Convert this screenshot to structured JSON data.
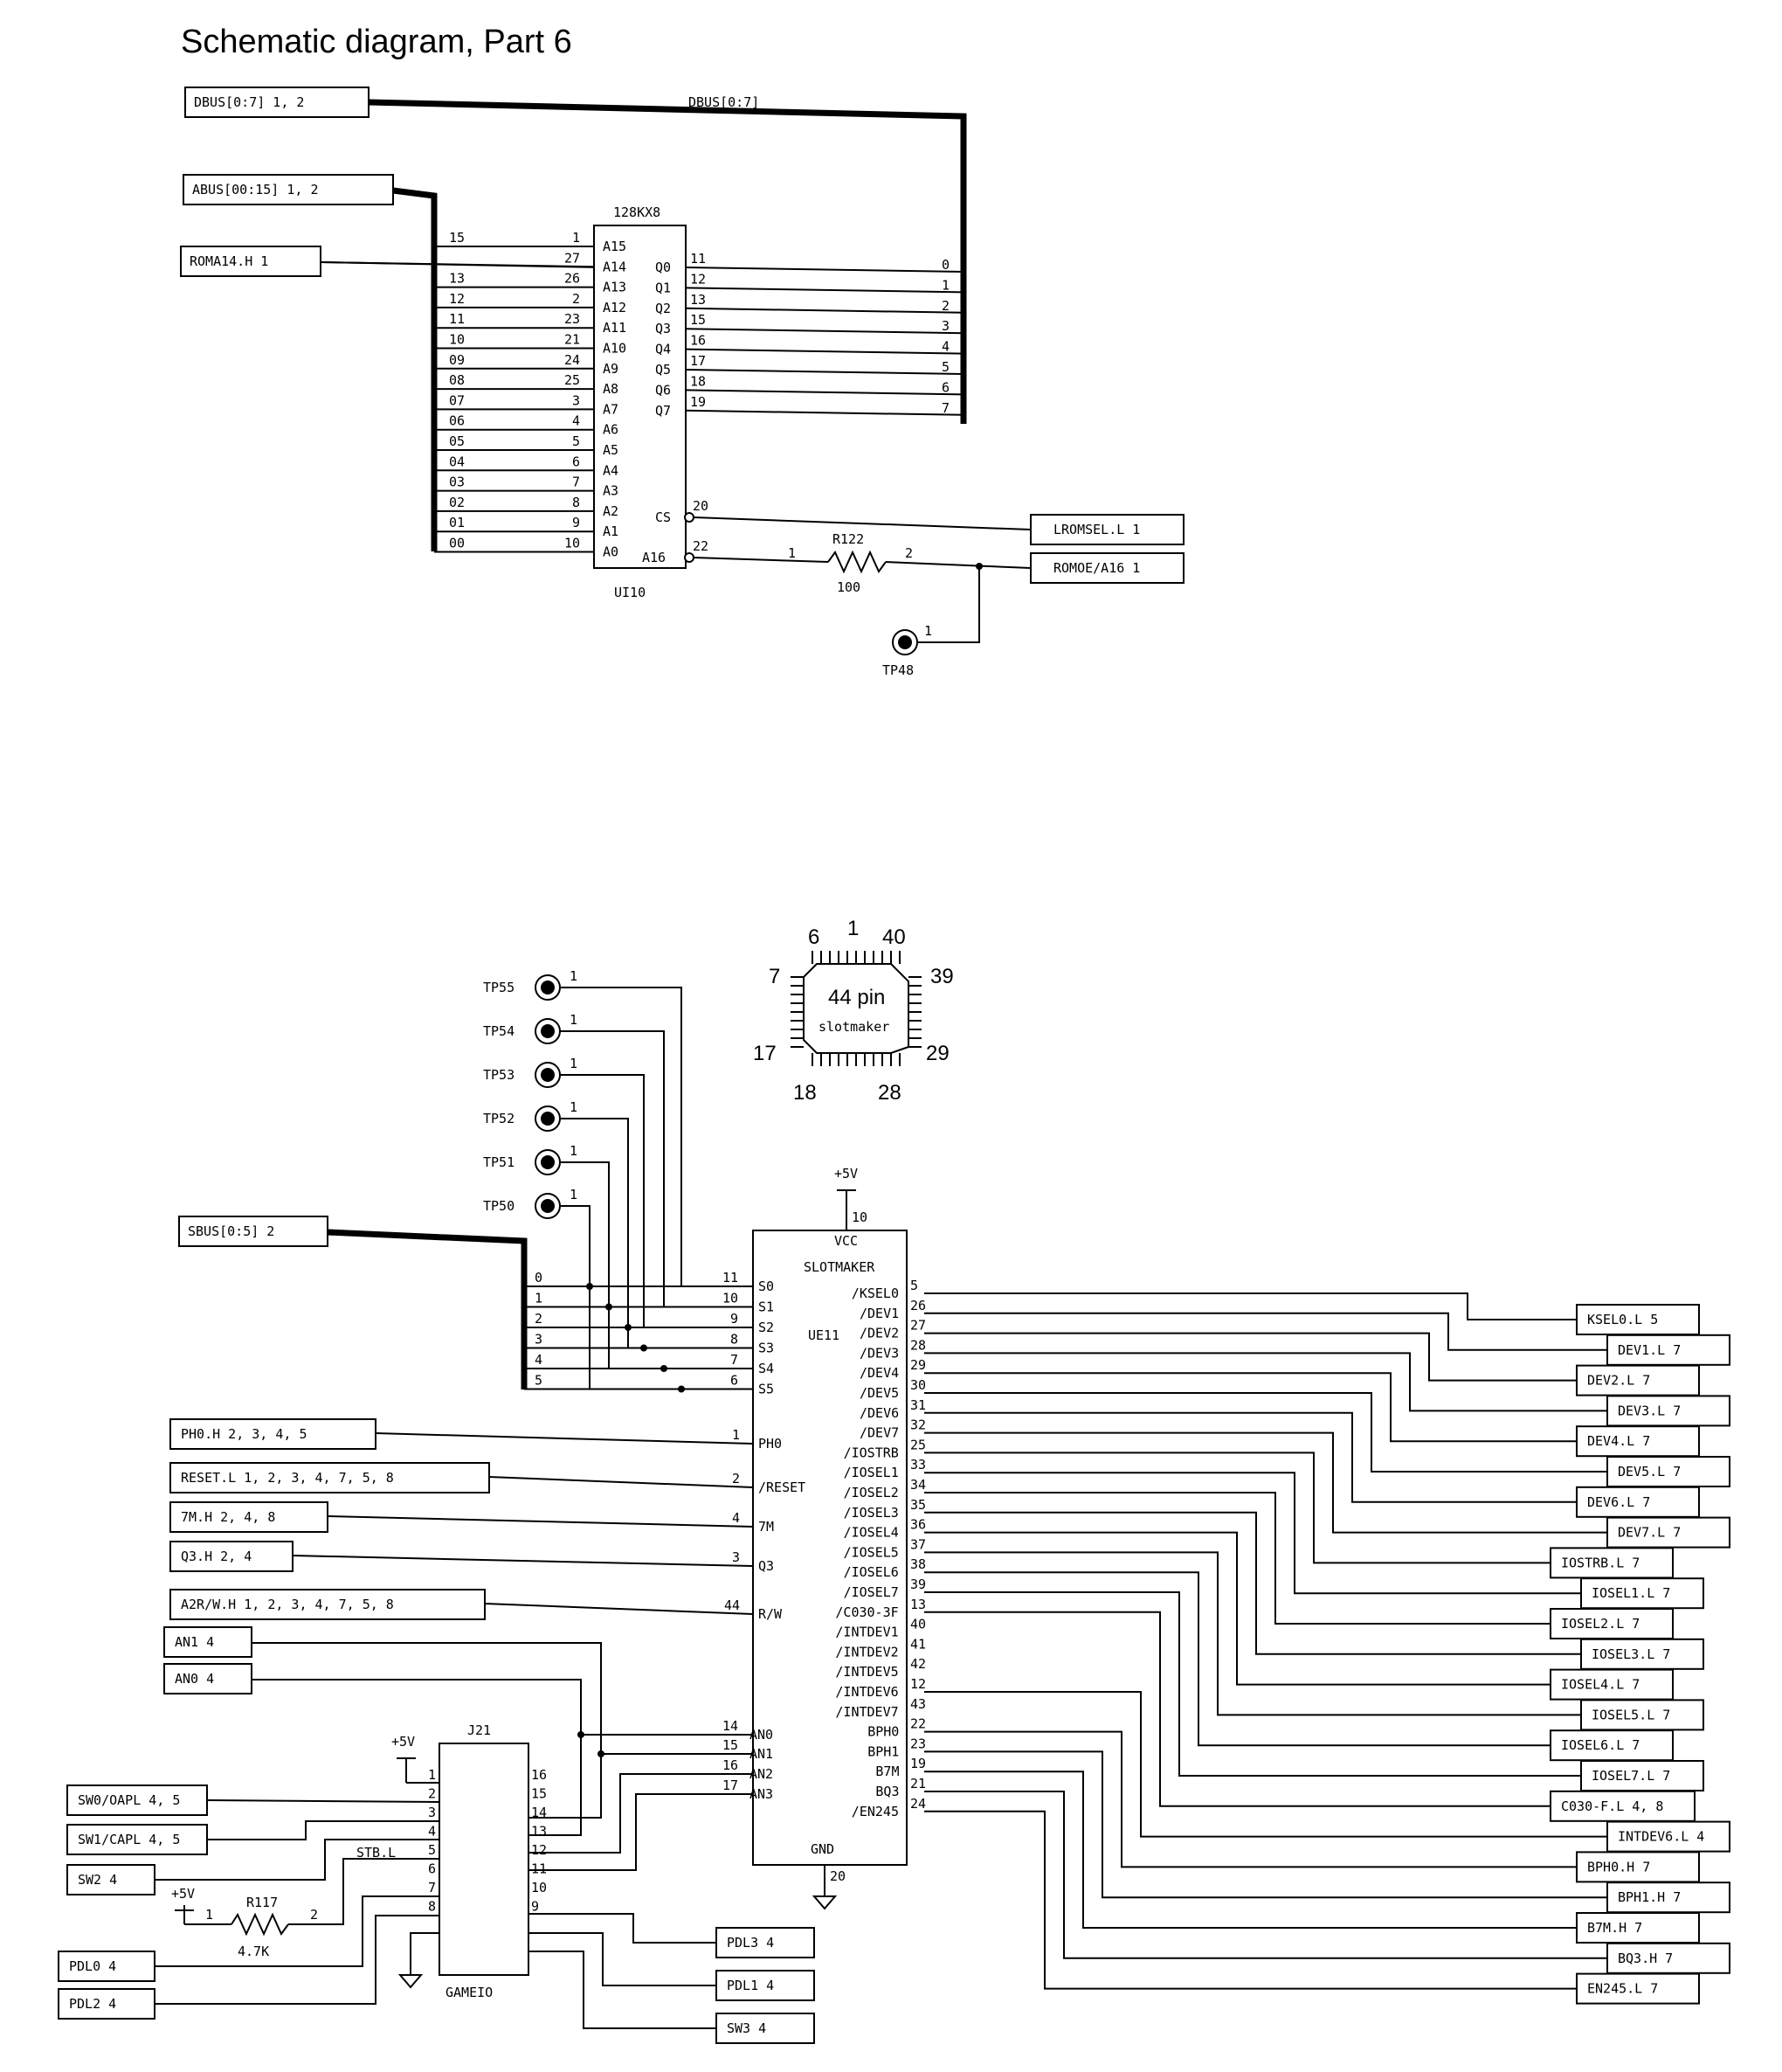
{
  "title": "Schematic diagram, Part 6",
  "rom": {
    "part": "128KX8",
    "ref": "UI10",
    "dbus_label": "DBUS[0:7]",
    "dbus_conn": "DBUS[0:7] 1, 2",
    "abus_conn": "ABUS[00:15] 1, 2",
    "roma14_conn": "ROMA14.H 1",
    "addr_pins": [
      {
        "name": "A15",
        "pin": "1",
        "bus": "15"
      },
      {
        "name": "A14",
        "pin": "27",
        "bus": ""
      },
      {
        "name": "A13",
        "pin": "26",
        "bus": "13"
      },
      {
        "name": "A12",
        "pin": "2",
        "bus": "12"
      },
      {
        "name": "A11",
        "pin": "23",
        "bus": "11"
      },
      {
        "name": "A10",
        "pin": "21",
        "bus": "10"
      },
      {
        "name": "A9",
        "pin": "24",
        "bus": "09"
      },
      {
        "name": "A8",
        "pin": "25",
        "bus": "08"
      },
      {
        "name": "A7",
        "pin": "3",
        "bus": "07"
      },
      {
        "name": "A6",
        "pin": "4",
        "bus": "06"
      },
      {
        "name": "A5",
        "pin": "5",
        "bus": "05"
      },
      {
        "name": "A4",
        "pin": "6",
        "bus": "04"
      },
      {
        "name": "A3",
        "pin": "7",
        "bus": "03"
      },
      {
        "name": "A2",
        "pin": "8",
        "bus": "02"
      },
      {
        "name": "A1",
        "pin": "9",
        "bus": "01"
      },
      {
        "name": "A0",
        "pin": "10",
        "bus": "00"
      }
    ],
    "data_pins": [
      {
        "name": "Q0",
        "pin": "11",
        "bus": "0"
      },
      {
        "name": "Q1",
        "pin": "12",
        "bus": "1"
      },
      {
        "name": "Q2",
        "pin": "13",
        "bus": "2"
      },
      {
        "name": "Q3",
        "pin": "15",
        "bus": "3"
      },
      {
        "name": "Q4",
        "pin": "16",
        "bus": "4"
      },
      {
        "name": "Q5",
        "pin": "17",
        "bus": "5"
      },
      {
        "name": "Q6",
        "pin": "18",
        "bus": "6"
      },
      {
        "name": "Q7",
        "pin": "19",
        "bus": "7"
      }
    ],
    "cs": {
      "name": "CS",
      "pin": "20",
      "conn": "LROMSEL.L 1"
    },
    "a16": {
      "name": "A16",
      "pin": "22",
      "conn": "ROMOE/A16 1"
    },
    "resistor": {
      "ref": "R122",
      "value": "100",
      "pin1": "1",
      "pin2": "2"
    },
    "testpoint": {
      "ref": "TP48",
      "pin": "1"
    }
  },
  "package": {
    "line1": "44 pin",
    "line2": "slotmaker",
    "pins": [
      "6",
      "1",
      "40",
      "7",
      "39",
      "17",
      "29",
      "18",
      "28"
    ]
  },
  "slotmaker": {
    "ref": "UE11",
    "vcc": "VCC",
    "name": "SLOTMAKER",
    "gnd": "GND",
    "vcc_supply": "+5V",
    "vcc_pin": "10",
    "gnd_pin": "20",
    "testpoints": [
      {
        "ref": "TP55",
        "pin": "1"
      },
      {
        "ref": "TP54",
        "pin": "1"
      },
      {
        "ref": "TP53",
        "pin": "1"
      },
      {
        "ref": "TP52",
        "pin": "1"
      },
      {
        "ref": "TP51",
        "pin": "1"
      },
      {
        "ref": "TP50",
        "pin": "1"
      }
    ],
    "sbus_conn": "SBUS[0:5] 2",
    "sbus_taps": [
      "0",
      "1",
      "2",
      "3",
      "4",
      "5"
    ],
    "s_pins": [
      {
        "name": "S0",
        "pin": "11"
      },
      {
        "name": "S1",
        "pin": "10"
      },
      {
        "name": "S2",
        "pin": "9"
      },
      {
        "name": "S3",
        "pin": "8"
      },
      {
        "name": "S4",
        "pin": "7"
      },
      {
        "name": "S5",
        "pin": "6"
      }
    ],
    "left_inputs": [
      {
        "name": "PH0",
        "pin": "1",
        "conn": "PH0.H 2, 3, 4, 5"
      },
      {
        "name": "/RESET",
        "pin": "2",
        "conn": "RESET.L 1, 2, 3, 4, 7, 5, 8"
      },
      {
        "name": "7M",
        "pin": "4",
        "conn": "7M.H 2, 4, 8"
      },
      {
        "name": "Q3",
        "pin": "3",
        "conn": "Q3.H 2, 4"
      },
      {
        "name": "R/W",
        "pin": "44",
        "conn": "A2R/W.H 1, 2, 3, 4, 7, 5, 8"
      }
    ],
    "an_conns": [
      "AN1 4",
      "AN0 4"
    ],
    "an_pins": [
      {
        "name": "AN0",
        "pin": "14"
      },
      {
        "name": "AN1",
        "pin": "15"
      },
      {
        "name": "AN2",
        "pin": "16"
      },
      {
        "name": "AN3",
        "pin": "17"
      }
    ],
    "right_pins": [
      {
        "name": "/KSEL0",
        "pin": "5",
        "conn": "KSEL0.L 5"
      },
      {
        "name": "/DEV1",
        "pin": "26",
        "conn": "DEV1.L 7"
      },
      {
        "name": "/DEV2",
        "pin": "27",
        "conn": "DEV2.L 7"
      },
      {
        "name": "/DEV3",
        "pin": "28",
        "conn": "DEV3.L 7"
      },
      {
        "name": "/DEV4",
        "pin": "29",
        "conn": "DEV4.L 7"
      },
      {
        "name": "/DEV5",
        "pin": "30",
        "conn": "DEV5.L 7"
      },
      {
        "name": "/DEV6",
        "pin": "31",
        "conn": "DEV6.L 7"
      },
      {
        "name": "/DEV7",
        "pin": "32",
        "conn": "DEV7.L 7"
      },
      {
        "name": "/IOSTRB",
        "pin": "25",
        "conn": "IOSTRB.L 7"
      },
      {
        "name": "/IOSEL1",
        "pin": "33",
        "conn": "IOSEL1.L 7"
      },
      {
        "name": "/IOSEL2",
        "pin": "34",
        "conn": "IOSEL2.L 7"
      },
      {
        "name": "/IOSEL3",
        "pin": "35",
        "conn": "IOSEL3.L 7"
      },
      {
        "name": "/IOSEL4",
        "pin": "36",
        "conn": "IOSEL4.L 7"
      },
      {
        "name": "/IOSEL5",
        "pin": "37",
        "conn": "IOSEL5.L 7"
      },
      {
        "name": "/IOSEL6",
        "pin": "38",
        "conn": "IOSEL6.L 7"
      },
      {
        "name": "/IOSEL7",
        "pin": "39",
        "conn": "IOSEL7.L 7"
      },
      {
        "name": "/C030-3F",
        "pin": "13",
        "conn": "C030-F.L 4, 8"
      },
      {
        "name": "/INTDEV1",
        "pin": "40",
        "conn": ""
      },
      {
        "name": "/INTDEV2",
        "pin": "41",
        "conn": ""
      },
      {
        "name": "/INTDEV5",
        "pin": "42",
        "conn": ""
      },
      {
        "name": "/INTDEV6",
        "pin": "12",
        "conn": "INTDEV6.L 4"
      },
      {
        "name": "/INTDEV7",
        "pin": "43",
        "conn": ""
      },
      {
        "name": "BPH0",
        "pin": "22",
        "conn": "BPH0.H 7"
      },
      {
        "name": "BPH1",
        "pin": "23",
        "conn": "BPH1.H 7"
      },
      {
        "name": "B7M",
        "pin": "19",
        "conn": "B7M.H 7"
      },
      {
        "name": "BQ3",
        "pin": "21",
        "conn": "BQ3.H 7"
      },
      {
        "name": "/EN245",
        "pin": "24",
        "conn": "EN245.L 7"
      }
    ]
  },
  "gameio": {
    "ref": "J21",
    "name": "GAMEIO",
    "supply": "+5V",
    "supply_pin": "1",
    "stb_label": "STB.L",
    "left_pins": [
      "1",
      "2",
      "3",
      "4",
      "5",
      "6",
      "7",
      "8"
    ],
    "right_pins": [
      "16",
      "15",
      "14",
      "13",
      "12",
      "11",
      "10",
      "9"
    ],
    "left_conns": [
      "SW0/OAPL 4, 5",
      "SW1/CAPL 4, 5",
      "SW2 4"
    ],
    "pdl_left": [
      "PDL0 4",
      "PDL2 4"
    ],
    "right_conns": [
      "PDL3 4",
      "PDL1 4",
      "SW3 4"
    ],
    "resistor": {
      "ref": "R117",
      "value": "4.7K",
      "supply": "+5V",
      "pin1": "1",
      "pin2": "2"
    }
  }
}
